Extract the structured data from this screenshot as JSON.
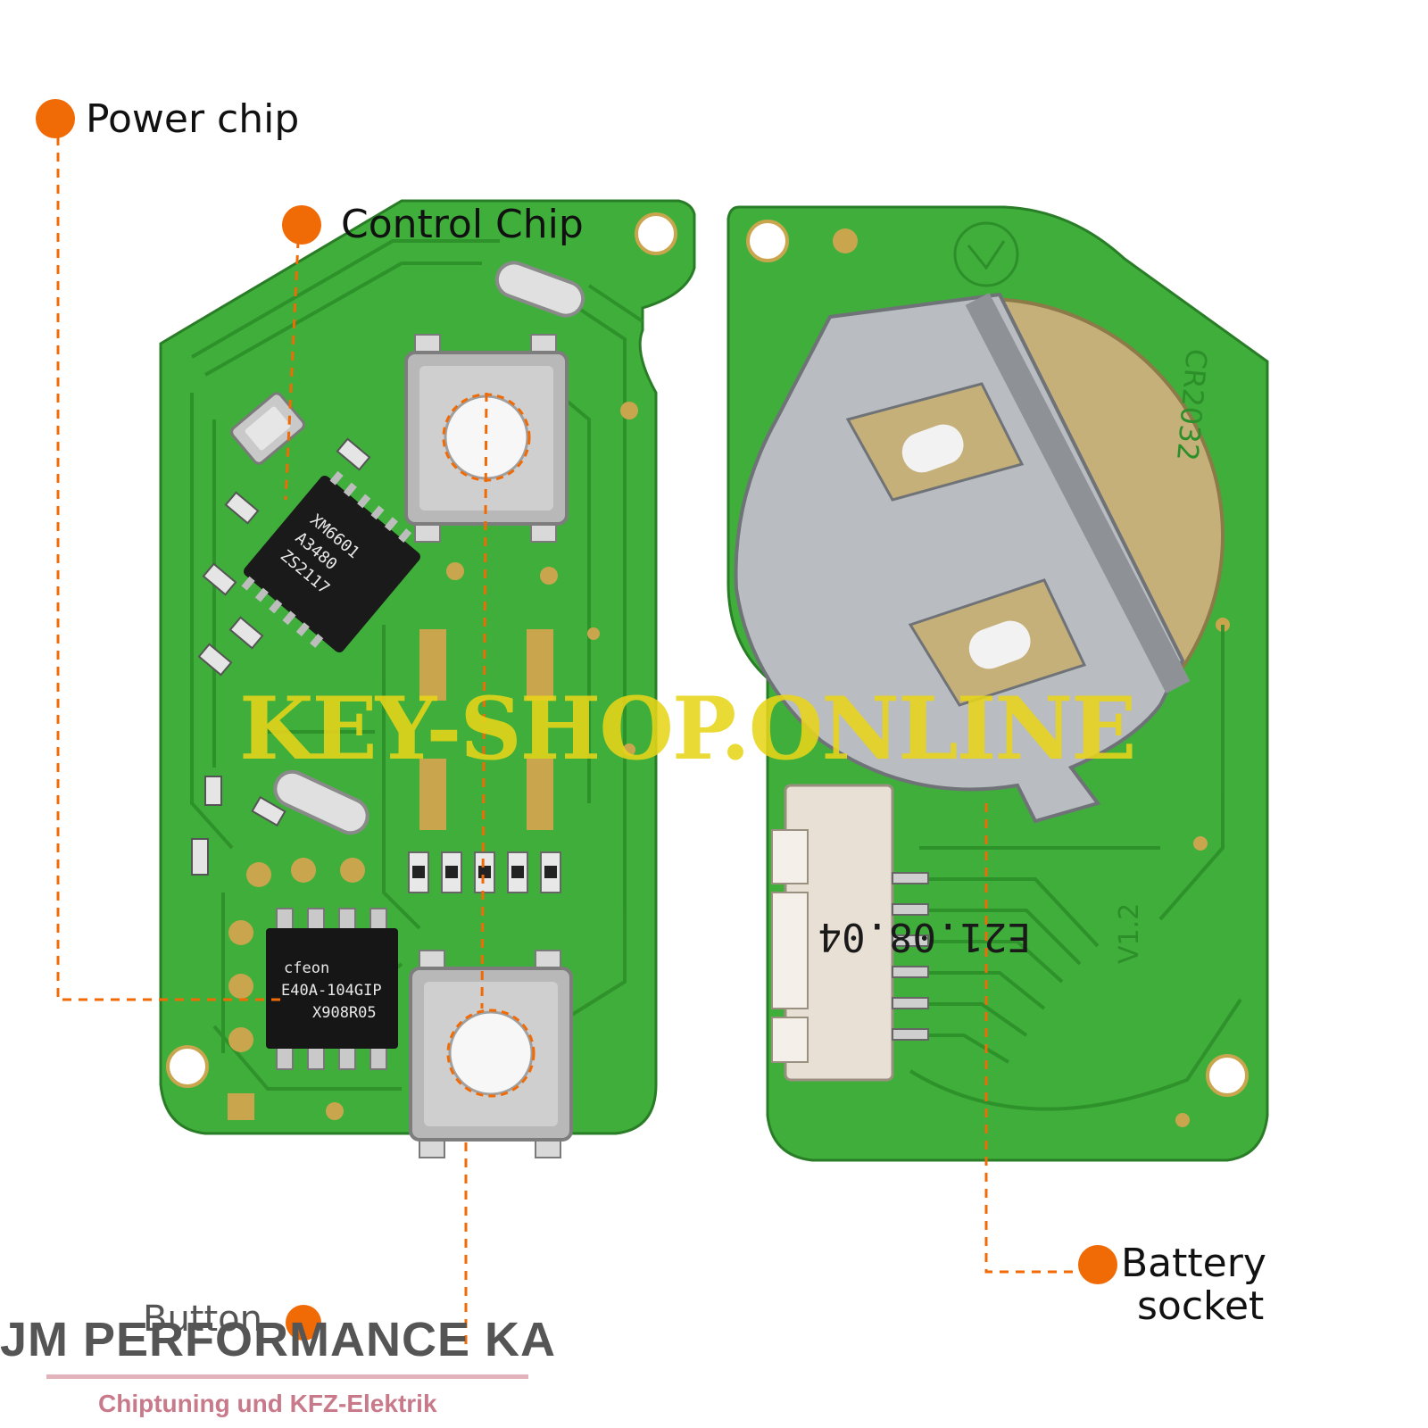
{
  "callouts": {
    "power_chip": "Power chip",
    "control_chip": "Control Chip",
    "button": "Button",
    "battery_socket_line1": "Battery",
    "battery_socket_line2": "socket"
  },
  "chip_markings": {
    "control_chip": [
      "XM6601",
      "A3480",
      "ZS2117"
    ],
    "power_chip": [
      "cfeon",
      "E40A-104GIP",
      "X908R05"
    ],
    "battery_holder": "CR2032",
    "board_date": "E21.08.04",
    "board_version": "V1.2"
  },
  "watermark": {
    "text": "KEY-SHOP.ONLINE",
    "color": "#e8d51a"
  },
  "branding": {
    "company": "JM PERFORMANCE KA",
    "tagline": "Chiptuning und KFZ-Elektrik",
    "company_color": "#555555",
    "tagline_color": "#c87a8a"
  },
  "colors": {
    "accent": "#f06a05",
    "pcb": "#3fae3a",
    "trace": "#2d8f2a",
    "gold": "#c9a64e"
  }
}
